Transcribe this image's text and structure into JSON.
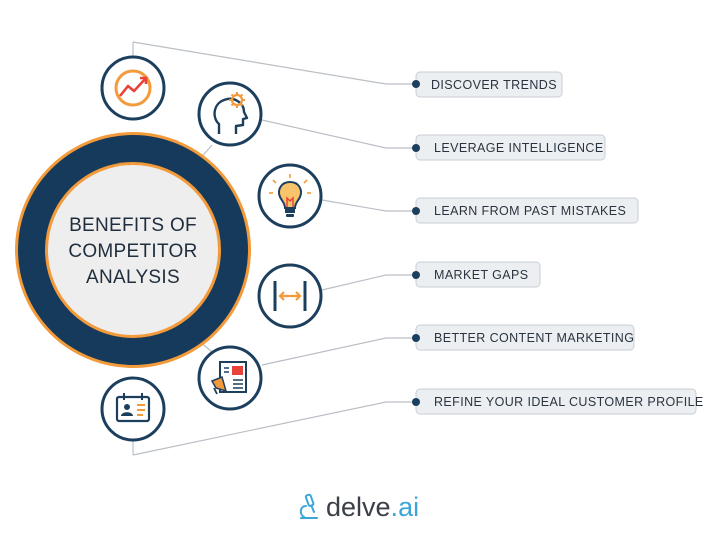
{
  "center": {
    "title_lines": [
      "BENEFITS OF",
      "COMPETITOR",
      "ANALYSIS"
    ]
  },
  "benefits": [
    {
      "label": "DISCOVER TRENDS",
      "icon": "trend-chart-icon"
    },
    {
      "label": "LEVERAGE INTELLIGENCE",
      "icon": "head-gear-icon"
    },
    {
      "label": "LEARN FROM PAST MISTAKES",
      "icon": "lightbulb-icon"
    },
    {
      "label": "MARKET GAPS",
      "icon": "gap-arrows-icon"
    },
    {
      "label": "BETTER CONTENT MARKETING",
      "icon": "megaphone-content-icon"
    },
    {
      "label": "REFINE YOUR IDEAL CUSTOMER PROFILE",
      "icon": "profile-card-icon"
    }
  ],
  "brand": {
    "name": "delve",
    "dot": ".",
    "tld": "ai",
    "icon": "microscope-icon"
  },
  "colors": {
    "navy": "#153a5b",
    "orange": "#f39a3a",
    "icon_ring": "#1d3f5e",
    "label_bg": "#eceff1",
    "label_border": "#c9ced3",
    "connector": "#b9bfc5",
    "accent_blue": "#3aa6d8"
  }
}
